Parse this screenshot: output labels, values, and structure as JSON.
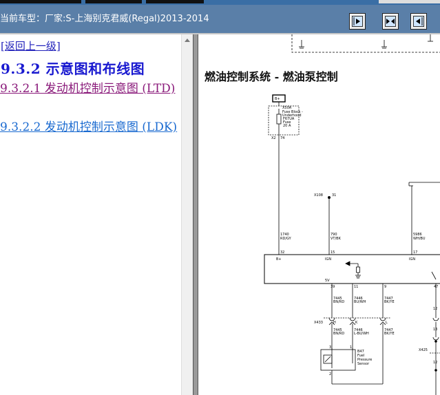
{
  "header": {
    "title": "当前车型：厂家:S-上海别克君威(Regal)2013-2014",
    "nav_icons": [
      "prev-page-icon",
      "fit-page-icon",
      "next-page-icon"
    ]
  },
  "toc": {
    "back_link": "[返回上一级]",
    "section_title": "9.3.2 示意图和布线图",
    "items": [
      {
        "label": "9.3.2.1 发动机控制示意图 (LTD)"
      },
      {
        "label": "9.3.2.2 发动机控制示意图 (LDK)"
      }
    ]
  },
  "diagram": {
    "title": "燃油控制系统 - 燃油泵控制",
    "labels": {
      "b_plus": "B+",
      "x50a": "X50A",
      "fuse_block_1": "Fuse Block -",
      "fuse_block_2": "Underhood",
      "f67ua": "F67UA",
      "fuse": "Fuse",
      "amps": "20 A",
      "x2": "X2",
      "p74": "74",
      "x108": "X108",
      "p31": "31",
      "w1740_num": "1740",
      "w1740_col": "RD/GY",
      "w790_num": "790",
      "w790_col": "VT/BK",
      "w5986_num": "5986",
      "w5986_col": "WH/BU",
      "p32": "32",
      "p15": "15",
      "p17": "17",
      "pin_b": "B+",
      "pin_ign1": "IGN",
      "pin_ign2": "IGN",
      "v5": "5V",
      "p39": "39",
      "p11": "11",
      "p9": "9",
      "p47": "47",
      "w7445_num": "7445",
      "w7445_col": "BN/RD",
      "w7446_num": "7446",
      "w7446_col": "BU/WH",
      "w7447_num": "7447",
      "w7447_col": "BK/YE",
      "x433": "X433",
      "x425": "X425",
      "h": "H",
      "k": "K",
      "l": "L",
      "w7445b_num": "7445",
      "w7445b_col": "BN/RD",
      "w7446b_num": "7446",
      "w7446b_col": "L-BU/WH",
      "w7447b_num": "7447",
      "w7447b_col": "BK/YE",
      "p3": "3",
      "p1": "1",
      "p2": "2",
      "b47": "B47",
      "fuel": "Fuel",
      "pressure": "Pressure",
      "sensor": "Sensor",
      "r12a": "12",
      "r12b": "12",
      "r13": "13"
    }
  }
}
